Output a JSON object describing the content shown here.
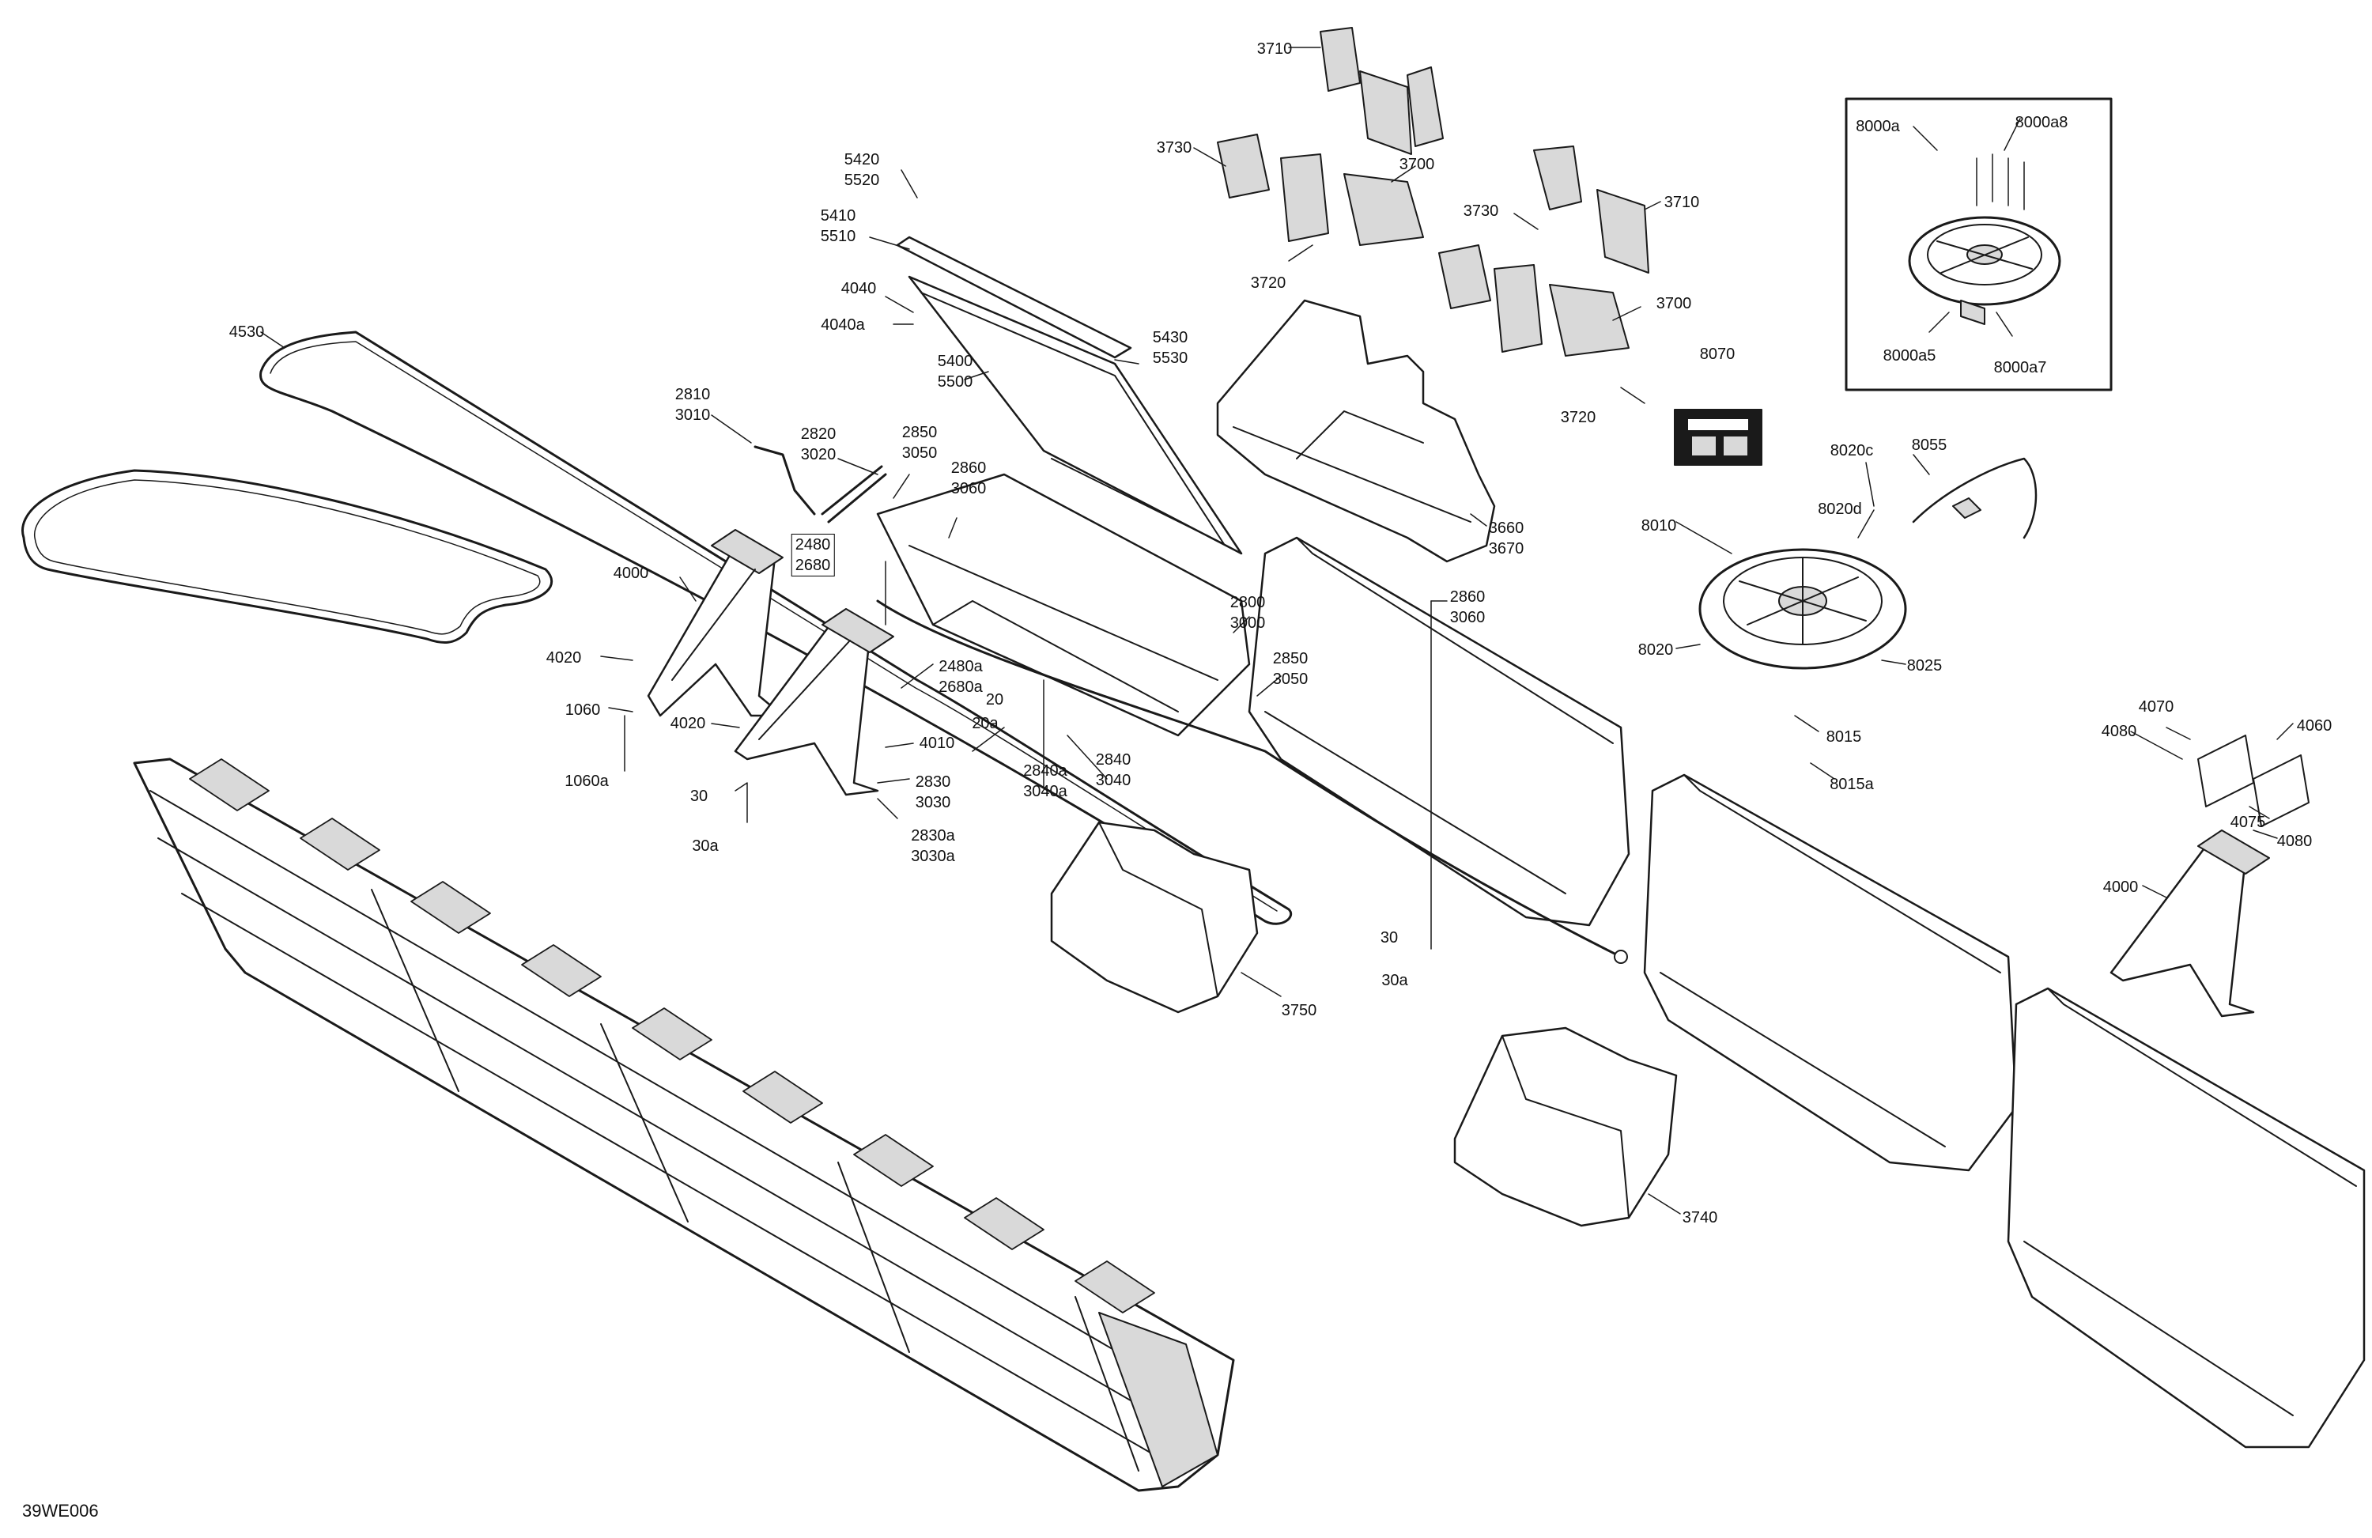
{
  "drawing_code": "39WE006",
  "colors": {
    "line": "#1a1a1a",
    "shade": "#d9d9d9",
    "background": "#ffffff"
  },
  "callouts": [
    {
      "id": "c3710a",
      "lines": [
        "3710"
      ]
    },
    {
      "id": "c3730a",
      "lines": [
        "3730"
      ]
    },
    {
      "id": "c3700a",
      "lines": [
        "3700"
      ]
    },
    {
      "id": "c3720a",
      "lines": [
        "3720"
      ]
    },
    {
      "id": "c3730b",
      "lines": [
        "3730"
      ]
    },
    {
      "id": "c3710b",
      "lines": [
        "3710"
      ]
    },
    {
      "id": "c3700b",
      "lines": [
        "3700"
      ]
    },
    {
      "id": "c3720b",
      "lines": [
        "3720"
      ]
    },
    {
      "id": "c3660",
      "lines": [
        "3660",
        "3670"
      ]
    },
    {
      "id": "c5420",
      "lines": [
        "5420",
        "5520"
      ]
    },
    {
      "id": "c5410",
      "lines": [
        "5410",
        "5510"
      ]
    },
    {
      "id": "c4040",
      "lines": [
        "4040"
      ]
    },
    {
      "id": "c4040a",
      "lines": [
        "4040a"
      ]
    },
    {
      "id": "c5430",
      "lines": [
        "5430",
        "5530"
      ]
    },
    {
      "id": "c5400",
      "lines": [
        "5400",
        "5500"
      ]
    },
    {
      "id": "c4530",
      "lines": [
        "4530"
      ]
    },
    {
      "id": "c2810",
      "lines": [
        "2810",
        "3010"
      ]
    },
    {
      "id": "c2820",
      "lines": [
        "2820",
        "3020"
      ]
    },
    {
      "id": "c2850a",
      "lines": [
        "2850",
        "3050"
      ]
    },
    {
      "id": "c2860a",
      "lines": [
        "2860",
        "3060"
      ]
    },
    {
      "id": "c2480",
      "lines": [
        "2480",
        "2680"
      ],
      "boxed": true
    },
    {
      "id": "c4000a",
      "lines": [
        "4000"
      ]
    },
    {
      "id": "c4020a",
      "lines": [
        "4020"
      ]
    },
    {
      "id": "c1060",
      "lines": [
        "1060"
      ]
    },
    {
      "id": "c1060a",
      "lines": [
        "1060a"
      ]
    },
    {
      "id": "c4020b",
      "lines": [
        "4020"
      ]
    },
    {
      "id": "c4010",
      "lines": [
        "4010"
      ]
    },
    {
      "id": "c2830",
      "lines": [
        "2830",
        "3030"
      ]
    },
    {
      "id": "c2830a",
      "lines": [
        "2830a",
        "3030a"
      ]
    },
    {
      "id": "c30a1",
      "lines": [
        "30"
      ]
    },
    {
      "id": "c30aa1",
      "lines": [
        "30a"
      ]
    },
    {
      "id": "c2480a",
      "lines": [
        "2480a",
        "2680a"
      ]
    },
    {
      "id": "c20",
      "lines": [
        "20"
      ]
    },
    {
      "id": "c20a",
      "lines": [
        "20a"
      ]
    },
    {
      "id": "c2840a",
      "lines": [
        "2840a",
        "3040a"
      ]
    },
    {
      "id": "c2840",
      "lines": [
        "2840",
        "3040"
      ]
    },
    {
      "id": "c2800",
      "lines": [
        "2800",
        "3000"
      ]
    },
    {
      "id": "c2850b",
      "lines": [
        "2850",
        "3050"
      ]
    },
    {
      "id": "c2860b",
      "lines": [
        "2860",
        "3060"
      ]
    },
    {
      "id": "c30b",
      "lines": [
        "30"
      ]
    },
    {
      "id": "c30ab",
      "lines": [
        "30a"
      ]
    },
    {
      "id": "c3750",
      "lines": [
        "3750"
      ]
    },
    {
      "id": "c3740",
      "lines": [
        "3740"
      ]
    },
    {
      "id": "c8000a",
      "lines": [
        "8000a"
      ]
    },
    {
      "id": "c8000a8",
      "lines": [
        "8000a8"
      ]
    },
    {
      "id": "c8000a5",
      "lines": [
        "8000a5"
      ]
    },
    {
      "id": "c8000a7",
      "lines": [
        "8000a7"
      ]
    },
    {
      "id": "c8070",
      "lines": [
        "8070"
      ]
    },
    {
      "id": "c8020c",
      "lines": [
        "8020c"
      ]
    },
    {
      "id": "c8055",
      "lines": [
        "8055"
      ]
    },
    {
      "id": "c8020d",
      "lines": [
        "8020d"
      ]
    },
    {
      "id": "c8010",
      "lines": [
        "8010"
      ]
    },
    {
      "id": "c8020",
      "lines": [
        "8020"
      ]
    },
    {
      "id": "c8025",
      "lines": [
        "8025"
      ]
    },
    {
      "id": "c8015",
      "lines": [
        "8015"
      ]
    },
    {
      "id": "c8015a",
      "lines": [
        "8015a"
      ]
    },
    {
      "id": "c4070",
      "lines": [
        "4070"
      ]
    },
    {
      "id": "c4080a",
      "lines": [
        "4080"
      ]
    },
    {
      "id": "c4060",
      "lines": [
        "4060"
      ]
    },
    {
      "id": "c4075",
      "lines": [
        "4075"
      ]
    },
    {
      "id": "c4080b",
      "lines": [
        "4080"
      ]
    },
    {
      "id": "c4000b",
      "lines": [
        "4000"
      ]
    }
  ]
}
